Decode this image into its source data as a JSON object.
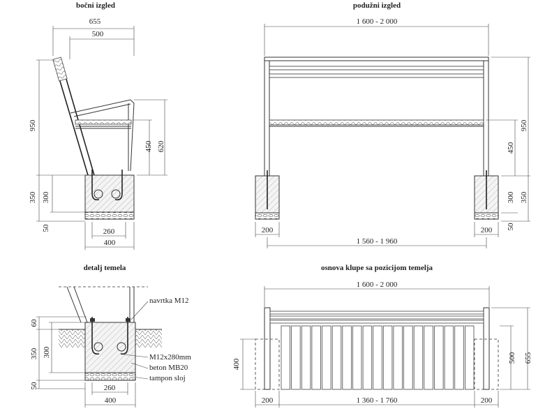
{
  "views": {
    "side": {
      "title": "bočni izgled",
      "dims": {
        "total_depth": "655",
        "seat_depth": "500",
        "height": "950",
        "seat_height": "450",
        "arm_height": "620",
        "foundation": "350",
        "foundation_inner": "300",
        "base": "50",
        "inner_width": "260",
        "width": "400"
      }
    },
    "front": {
      "title": "podužni izgled",
      "dims": {
        "length": "1 600 - 2 000",
        "height": "950",
        "seat_height": "450",
        "foundation": "350",
        "foundation_inner": "300",
        "base": "50",
        "left_foot": "200",
        "right_foot": "200",
        "span": "1 560 - 1 960"
      }
    },
    "detail": {
      "title": "detalj temela",
      "callouts": {
        "nut": "navrtka M12",
        "bolt": "M12x280mm",
        "concrete": "beton MB20",
        "fill": "tampon sloj"
      },
      "dims": {
        "top": "60",
        "foundation": "350",
        "inner": "300",
        "base": "50",
        "inner_width": "260",
        "width": "400"
      }
    },
    "plan": {
      "title": "osnova klupe sa pozicijom temelja",
      "dims": {
        "length": "1 600 - 2 000",
        "depth_left": "400",
        "depth_inner": "500",
        "depth_total": "655",
        "left_foot": "200",
        "span": "1 360 - 1 760",
        "right_foot": "200"
      }
    }
  }
}
